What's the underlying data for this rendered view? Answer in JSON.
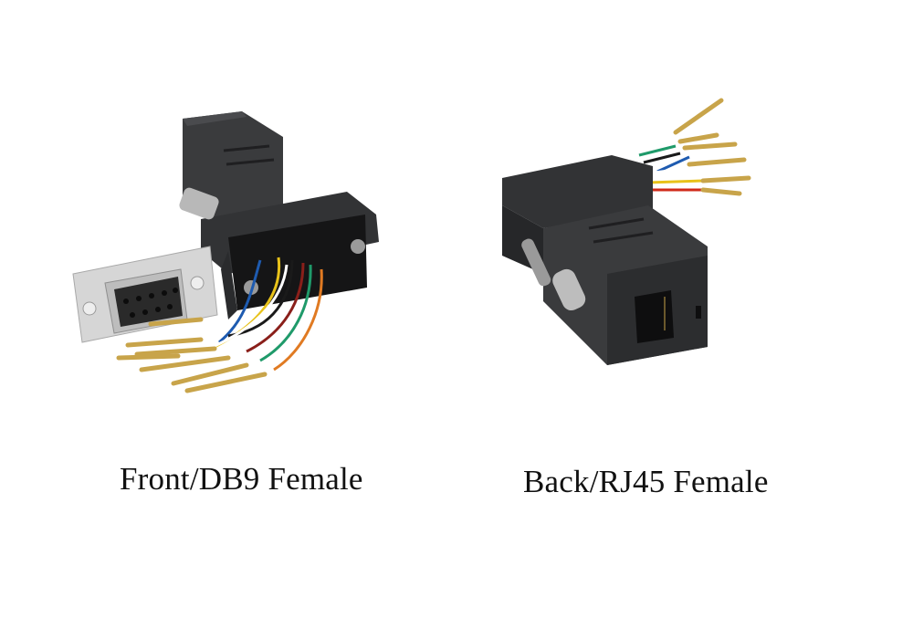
{
  "products": [
    {
      "id": "front",
      "caption": "Front/DB9 Female",
      "description": "Black modular adapter housing with DB9 female metal connector detached, colored wires with gold pin contacts"
    },
    {
      "id": "back",
      "caption": "Back/RJ45 Female",
      "description": "Black modular adapter housing showing RJ45 female jack, thumbscrew, colored wires with gold pin contacts"
    }
  ],
  "colors": {
    "background": "#ffffff",
    "housing": "#2e2f31",
    "metal": "#c9c9c9",
    "gold": "#c8a44a",
    "text": "#111111",
    "wires": [
      "#1e5bb0",
      "#e8c21a",
      "#1a1a1a",
      "#8a1f1a",
      "#1f9a6a",
      "#e07a22",
      "#ffffff",
      "#d02a1a"
    ]
  }
}
